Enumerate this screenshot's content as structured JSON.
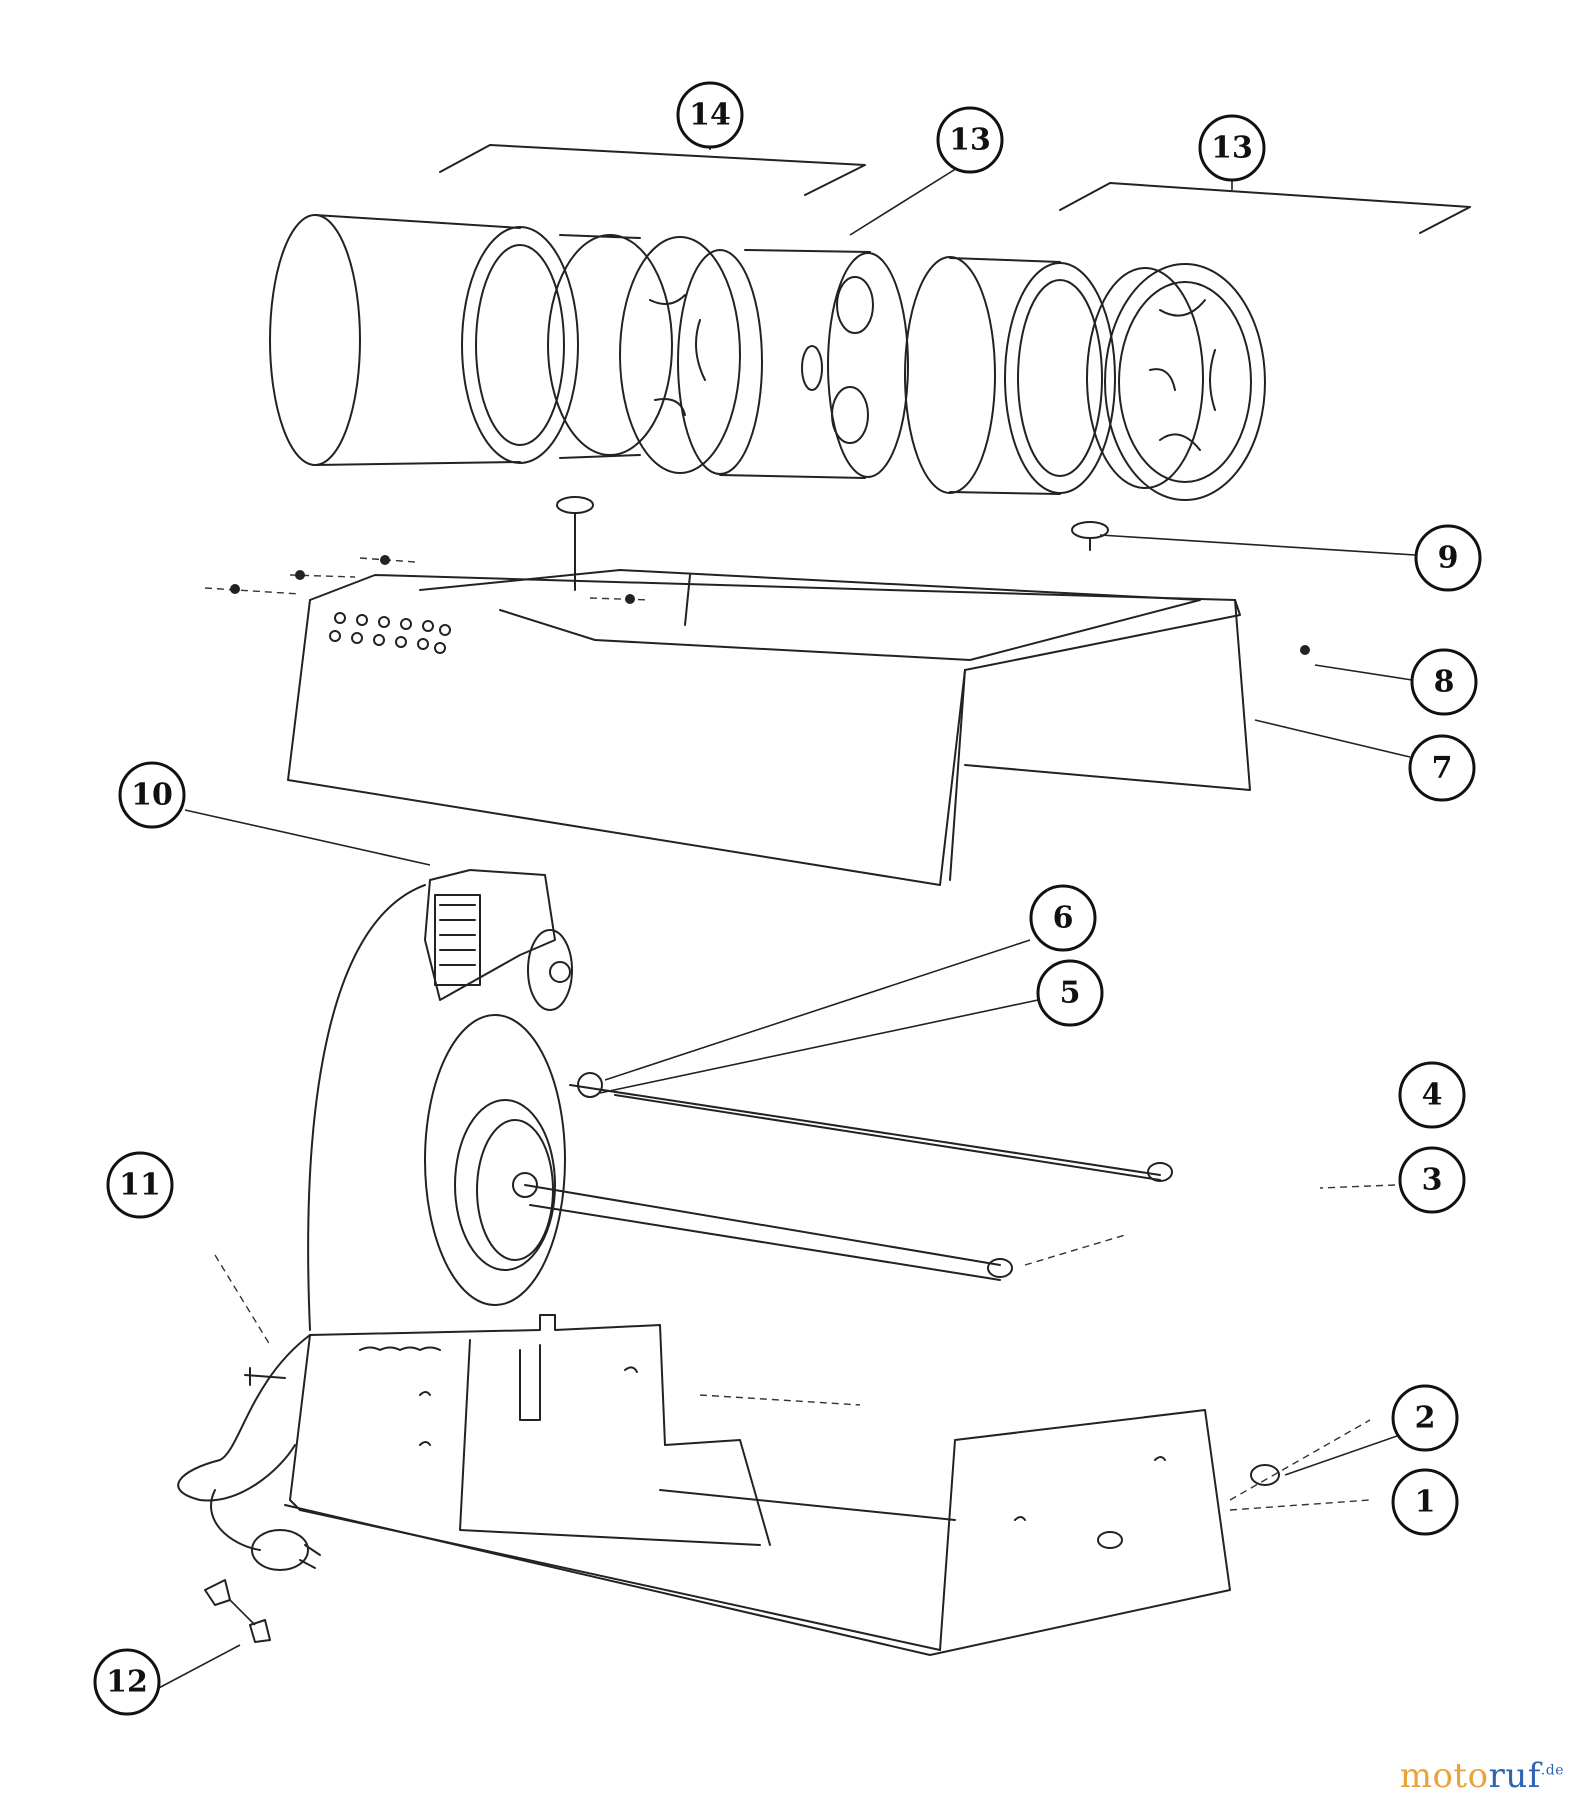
{
  "callouts": [
    {
      "id": "1",
      "label": "1"
    },
    {
      "id": "2",
      "label": "2"
    },
    {
      "id": "3",
      "label": "3"
    },
    {
      "id": "4",
      "label": "4"
    },
    {
      "id": "5",
      "label": "5"
    },
    {
      "id": "6",
      "label": "6"
    },
    {
      "id": "7",
      "label": "7"
    },
    {
      "id": "8",
      "label": "8"
    },
    {
      "id": "9",
      "label": "9"
    },
    {
      "id": "10",
      "label": "10"
    },
    {
      "id": "11",
      "label": "11"
    },
    {
      "id": "12",
      "label": "12"
    },
    {
      "id": "13a",
      "label": "13"
    },
    {
      "id": "13b",
      "label": "13"
    },
    {
      "id": "14",
      "label": "14"
    }
  ],
  "watermark": {
    "part1": "moto",
    "part2": "ruf",
    "suffix": ".de",
    "color1": "#e8a33a",
    "color2": "#2f63b5"
  }
}
